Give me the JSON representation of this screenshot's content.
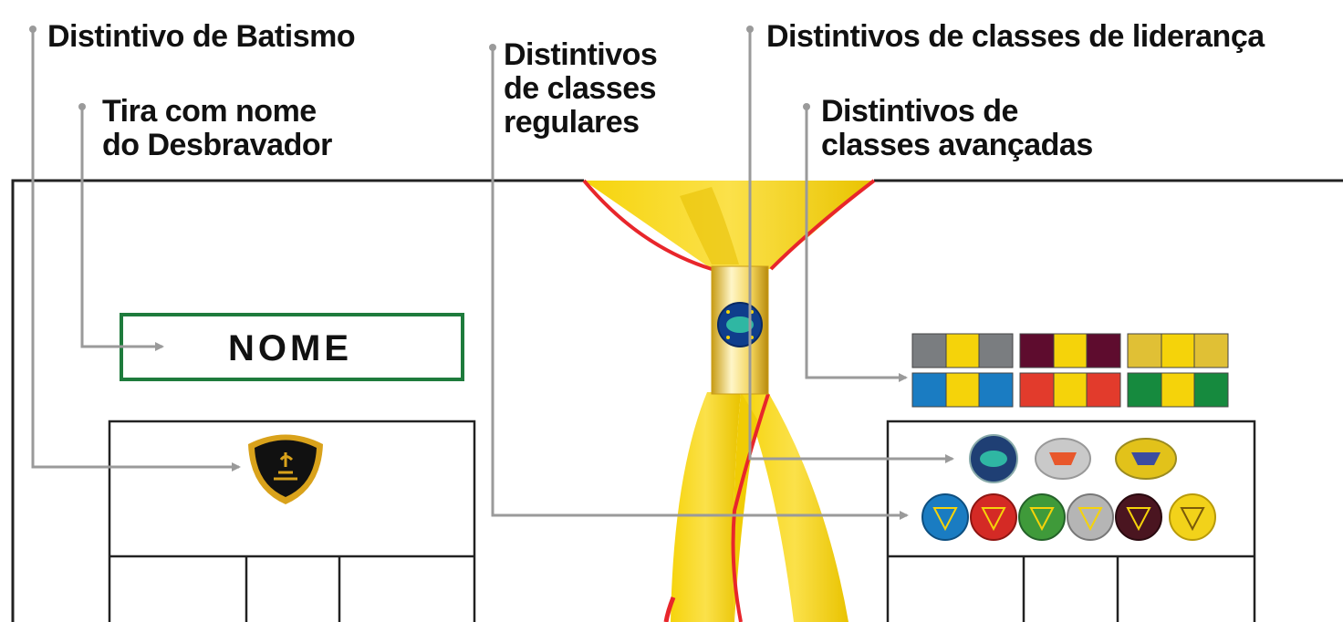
{
  "labels": {
    "batismo": "Distintivo de Batismo",
    "tira_nome": "Tira com nome\ndo Desbravador",
    "classes_regulares": "Distintivos\nde classes\nregulares",
    "classes_lideranca": "Distintivos de classes de liderança",
    "classes_avancadas": "Distintivos de\nclasses avançadas"
  },
  "name_strip": {
    "text": "NOME"
  },
  "colors": {
    "tie_yellow": "#F5D30A",
    "tie_red": "#E8262B",
    "name_border": "#1E7B3C",
    "shield_gold": "#D9A21B",
    "callout_line": "#9A9A9A",
    "advanced_bars": [
      "#7A7D80",
      "#5E0C2E",
      "#E0C035",
      "#1A7CC2",
      "#E23B2C",
      "#168A3E"
    ],
    "regular_badges": [
      "#1A7CC2",
      "#D42A25",
      "#3F9A3A",
      "#B5B5B5",
      "#4A1520",
      "#F2D21A"
    ]
  },
  "icons": [
    "shield-icon",
    "sda-emblem-icon",
    "arrow-icon"
  ]
}
